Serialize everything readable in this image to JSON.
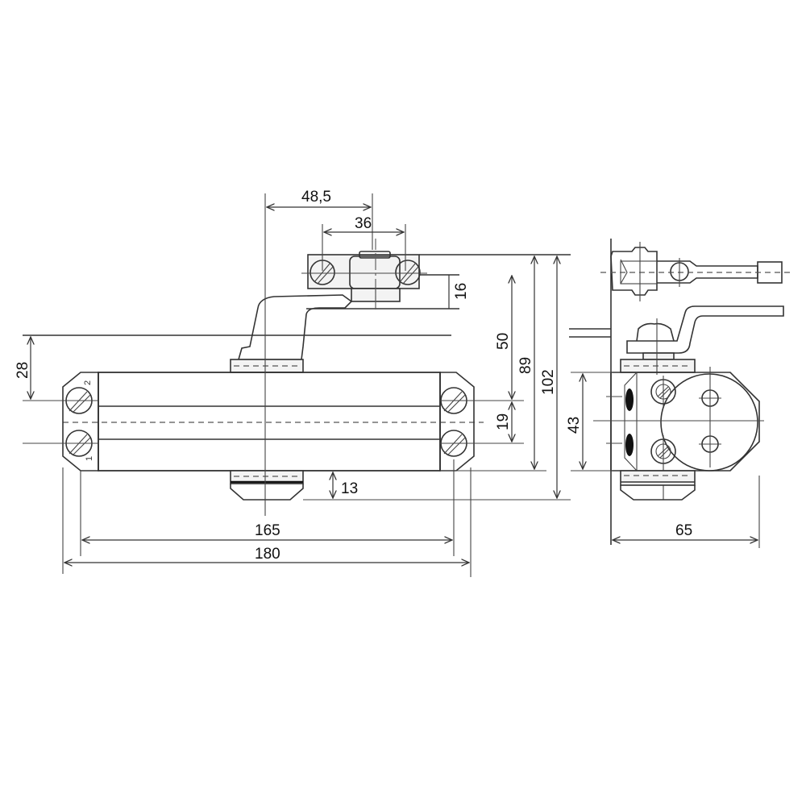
{
  "drawing": {
    "subject": "Door closer technical drawing with dimensions (mm)",
    "front_view": {
      "dimensions": {
        "arm_pivot_offset": "48,5",
        "bracket_hole_spacing": "36",
        "bracket_height": "16",
        "body_top_to_arm": "28",
        "arm_to_body_screw": "50",
        "overall_height_body": "89",
        "overall_height_total": "102",
        "screw_spacing_vertical": "19",
        "bottom_cap_height": "13",
        "screw_spacing_horizontal": "165",
        "overall_length": "180"
      },
      "screw_labels": [
        "2",
        "1"
      ]
    },
    "side_view": {
      "dimensions": {
        "mount_height": "43",
        "depth": "65"
      }
    },
    "colors": {
      "line": "#333333",
      "background": "#ffffff",
      "shading": "#e3e3e3"
    }
  }
}
